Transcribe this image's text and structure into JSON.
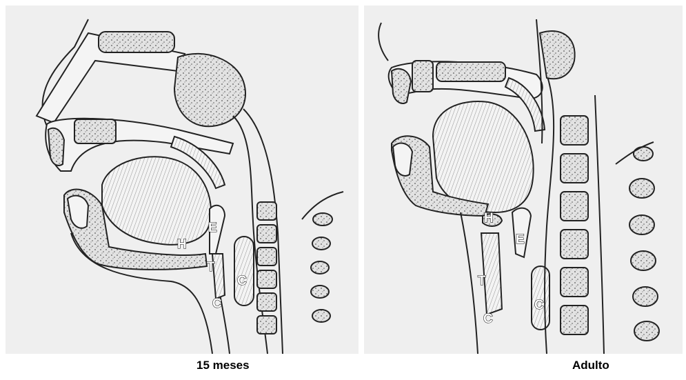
{
  "panels": [
    {
      "caption": "15 meses",
      "labels": {
        "E": "E",
        "H": "H",
        "T": "T",
        "C_larynx": "C",
        "C_esophagus": "C"
      }
    },
    {
      "caption": "Adulto",
      "labels": {
        "H": "H",
        "E": "E",
        "T": "T",
        "C_larynx": "C",
        "C_esophagus": "C"
      }
    }
  ],
  "colors": {
    "paper": "#efefef",
    "ink": "#222222",
    "bone_fill": "#dcdcdc"
  }
}
